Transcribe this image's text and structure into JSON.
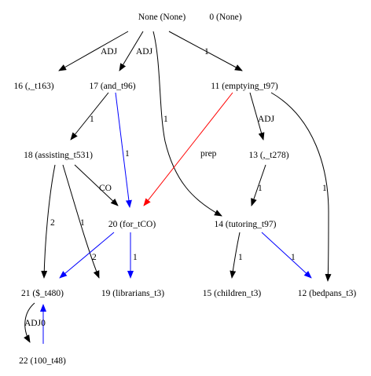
{
  "nodes": {
    "root": "None (None)",
    "zero": "0 (None)",
    "n16": "16 (,_t163)",
    "n17": "17 (and_t96)",
    "n11": "11 (emptying_t97)",
    "n18": "18 (assisting_t531)",
    "n13": "13 (,_t278)",
    "n20": "20 (for_tCO)",
    "n14": "14 (tutoring_t97)",
    "n21": "21 ($_t480)",
    "n19": "19 (librarians_t3)",
    "n15": "15 (children_t3)",
    "n12": "12 (bedpans_t3)",
    "n22": "22 (100_t48)"
  },
  "edge_labels": {
    "root_16": "ADJ",
    "root_17": "ADJ",
    "root_11": "1",
    "root_14": "1",
    "n17_18": "1",
    "n17_20": "1",
    "n11_20": "prep",
    "n11_13": "ADJ",
    "n11_12": "1",
    "n18_20": "CO",
    "n18_21": "2",
    "n18_19": "1",
    "n13_14": "1",
    "n20_21": "2",
    "n20_19": "1",
    "n14_15": "1",
    "n14_12": "1",
    "n21_22": "ADJ0"
  },
  "colors": {
    "black": "#000000",
    "blue": "#0000ff",
    "red": "#ff0000"
  }
}
